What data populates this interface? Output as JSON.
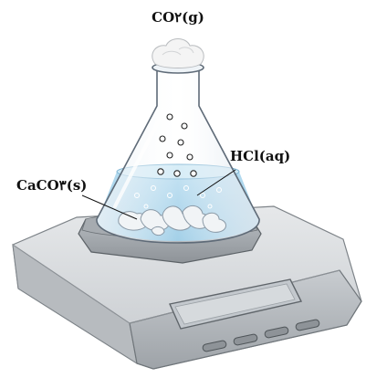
{
  "labels": {
    "gas": "CO۲(g)",
    "acid": "HCl(aq)",
    "solid": "CaCO۳(s)"
  },
  "colors": {
    "scale_body": "#d9dbdd",
    "scale_shadow": "#a9adb1",
    "glass_stroke": "#5f6b78",
    "liquid": "#9fcfe8",
    "display": "#c9cdd2",
    "cotton": "#f4f4f4"
  },
  "icons": [
    "erlenmeyer-flask-icon",
    "digital-scale-icon",
    "cotton-plug-icon"
  ]
}
